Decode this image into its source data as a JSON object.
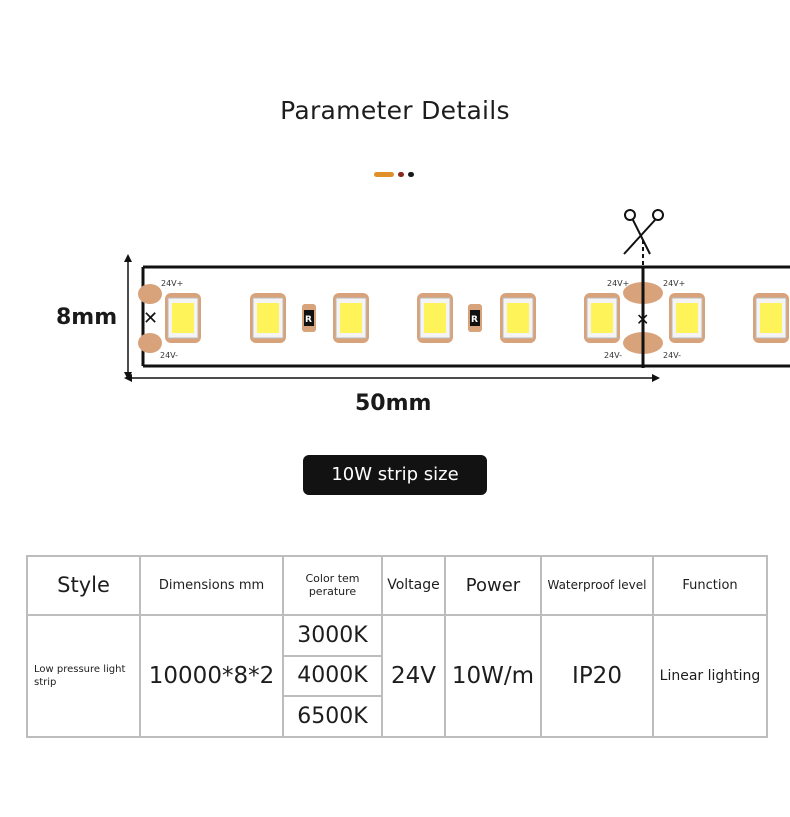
{
  "title": "Parameter Details",
  "colors": {
    "dot1": "#e0902a",
    "dot2": "#8a2a1c",
    "dot3": "#1a1a1a",
    "copper": "#d8a27a",
    "led": "#fff35a",
    "badge_bg": "#121212"
  },
  "diagram": {
    "height_label": "8mm",
    "length_label": "50mm",
    "voltage_plus": "24V+",
    "voltage_minus": "24V-",
    "resistor_mark": "R",
    "scissors_icon": "scissors-icon"
  },
  "badge": {
    "label": "10W strip size"
  },
  "table": {
    "headers": {
      "style": "Style",
      "dimensions": "Dimensions mm",
      "color_temp": "Color tem\nperature",
      "voltage": "Voltage",
      "power": "Power",
      "waterproof": "Waterproof level",
      "function": "Function"
    },
    "row": {
      "style": "Low pressure light strip",
      "dimensions": "10000*8*2",
      "color_temps": [
        "3000K",
        "4000K",
        "6500K"
      ],
      "voltage": "24V",
      "power": "10W/m",
      "waterproof": "IP20",
      "function": "Linear lighting"
    }
  }
}
